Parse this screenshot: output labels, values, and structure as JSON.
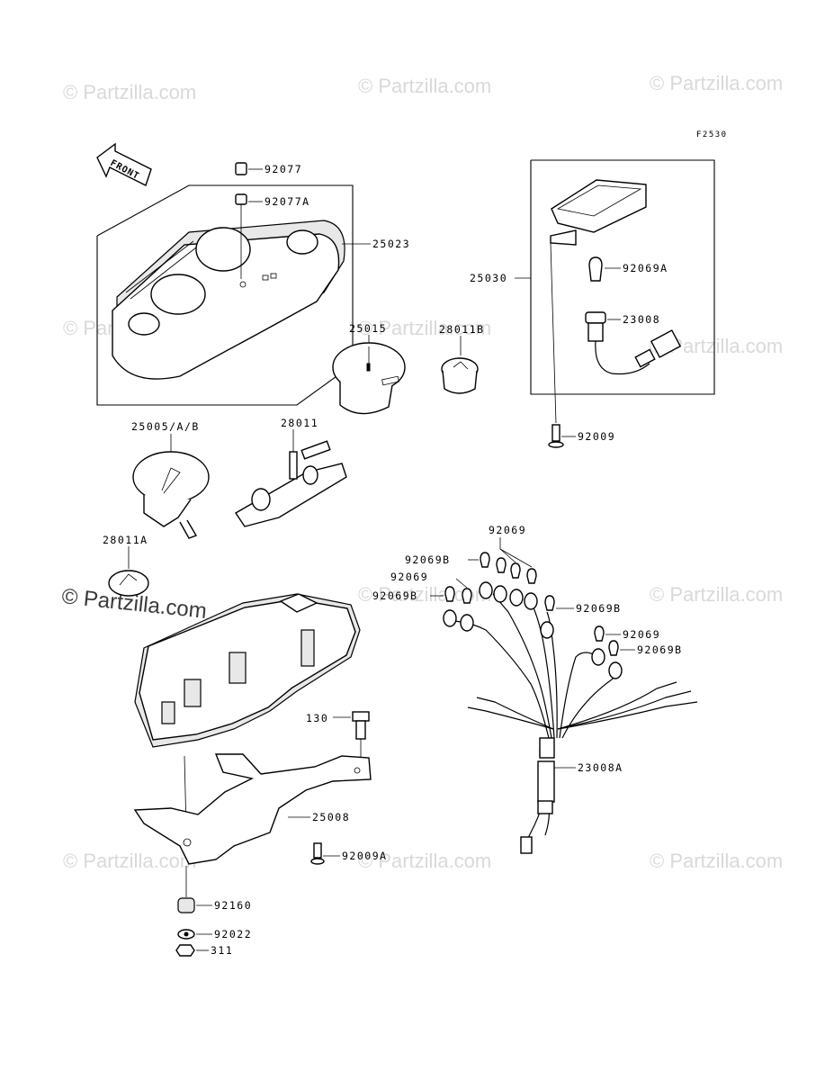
{
  "diagram_code": "F2530",
  "front_label": "FRONT",
  "watermark": "© Partzilla.com",
  "parts": {
    "p92077": "92077",
    "p92077A": "92077A",
    "p25023": "25023",
    "p25030": "25030",
    "p92069A": "92069A",
    "p23008": "23008",
    "p25015": "25015",
    "p28011B": "28011B",
    "p92009": "92009",
    "p25005": "25005/A/B",
    "p28011": "28011",
    "p28011A": "28011A",
    "p92069_top": "92069",
    "p92069B_1": "92069B",
    "p92069_2": "92069",
    "p92069B_2": "92069B",
    "p92069B_3": "92069B",
    "p92069_4": "92069",
    "p92069B_4": "92069B",
    "p130": "130",
    "p23008A": "23008A",
    "p25008": "25008",
    "p92009A": "92009A",
    "p92160": "92160",
    "p92022": "92022",
    "p311": "311"
  }
}
